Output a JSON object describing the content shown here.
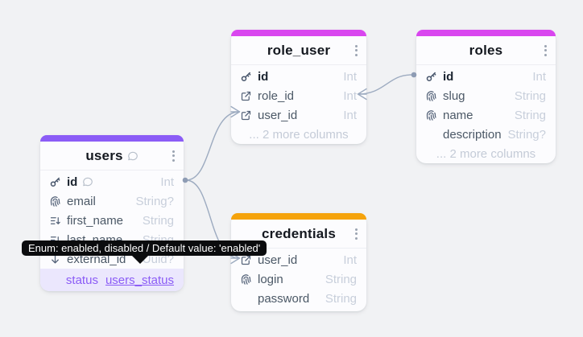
{
  "diagram": {
    "tooltip": "Enum: enabled, disabled / Default value: 'enabled'"
  },
  "colors": {
    "users_accent": "#8b5cf6",
    "role_tables_accent": "#d946ef",
    "credentials_accent": "#f5a30b",
    "edge": "#9dabc0"
  },
  "tables": [
    {
      "key": "users",
      "title": "users",
      "accent": "#8b5cf6",
      "title_comment_icon": true,
      "rows": [
        {
          "icon": "key-icon",
          "name": "id",
          "type": "Int",
          "bold": true,
          "comment": true
        },
        {
          "icon": "fingerprint-icon",
          "name": "email",
          "type": "String?"
        },
        {
          "icon": "sort-descending-icon",
          "name": "first_name",
          "type": "String"
        },
        {
          "icon": "sort-descending-icon",
          "name": "last_name",
          "type": "String"
        },
        {
          "icon": "arrow-down-icon",
          "name": "external_id",
          "type": "Uuid?"
        },
        {
          "name": "status",
          "enum_link": "users_status",
          "highlight": true
        }
      ]
    },
    {
      "key": "role_user",
      "title": "role_user",
      "accent": "#d946ef",
      "rows": [
        {
          "icon": "key-icon",
          "name": "id",
          "type": "Int",
          "bold": true
        },
        {
          "icon": "foreign-key-icon",
          "name": "role_id",
          "type": "Int"
        },
        {
          "icon": "foreign-key-icon",
          "name": "user_id",
          "type": "Int"
        },
        {
          "more": "... 2 more columns"
        }
      ]
    },
    {
      "key": "roles",
      "title": "roles",
      "accent": "#d946ef",
      "rows": [
        {
          "icon": "key-icon",
          "name": "id",
          "type": "Int",
          "bold": true
        },
        {
          "icon": "fingerprint-icon",
          "name": "slug",
          "type": "String"
        },
        {
          "icon": "fingerprint-icon",
          "name": "name",
          "type": "String"
        },
        {
          "name": "description",
          "type": "String?"
        },
        {
          "more": "... 2 more columns"
        }
      ]
    },
    {
      "key": "credentials",
      "title": "credentials",
      "accent": "#f5a30b",
      "rows": [
        {
          "icon": "foreign-key-icon",
          "name": "user_id",
          "type": "Int"
        },
        {
          "icon": "fingerprint-icon",
          "name": "login",
          "type": "String"
        },
        {
          "name": "password",
          "type": "String"
        }
      ]
    }
  ]
}
